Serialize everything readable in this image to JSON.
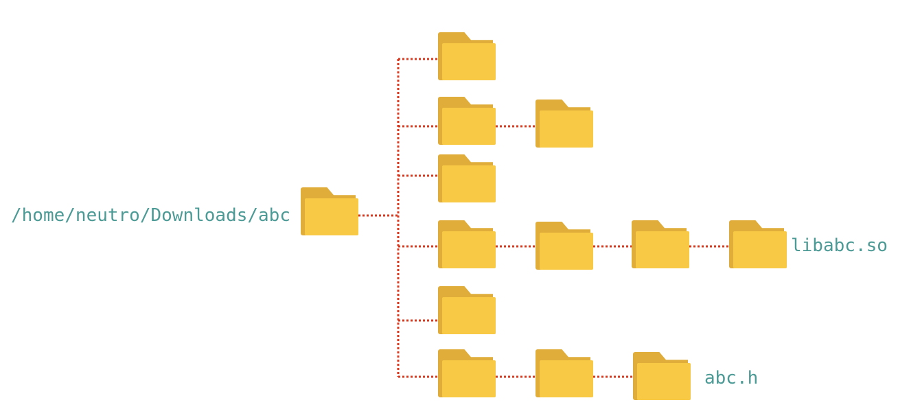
{
  "root": {
    "label": "/home/neutro/Downloads/abc"
  },
  "files": {
    "library": "libabc.so",
    "header": "abc.h"
  },
  "colors": {
    "connector": "#d9391f",
    "folder_back": "#e0ad3a",
    "folder_front": "#f7c945",
    "label_text": "#4c9a95"
  },
  "icons": {
    "folder": "folder-icon"
  }
}
